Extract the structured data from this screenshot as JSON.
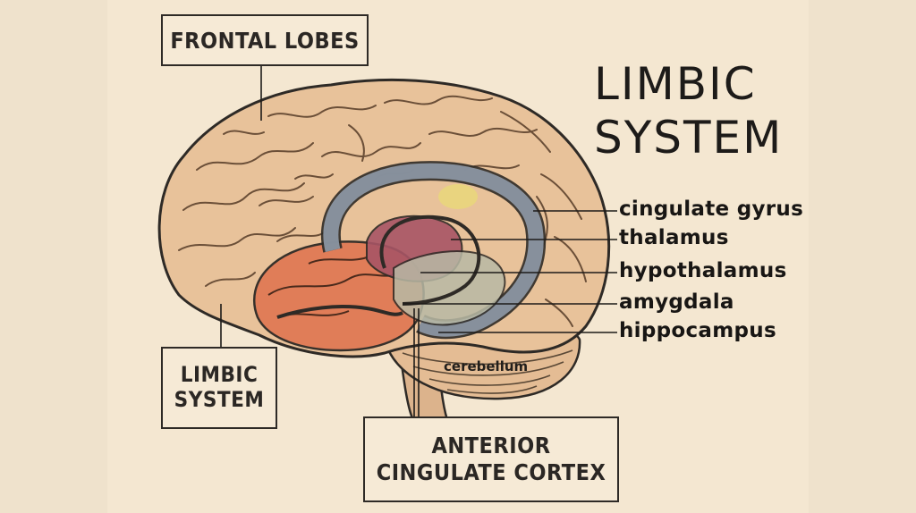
{
  "title": {
    "line1": "LIMBIC",
    "line2": "SYSTEM"
  },
  "boxes": {
    "frontal": "FRONTAL LOBES",
    "limbic_line1": "LIMBIC",
    "limbic_line2": "SYSTEM",
    "acc_line1": "ANTERIOR",
    "acc_line2": "CINGULATE CORTEX"
  },
  "labels": {
    "cingulate": "cingulate gyrus",
    "thalamus": "thalamus",
    "hypothalamus": "hypothalamus",
    "amygdala": "amygdala",
    "hippocampus": "hippocampus",
    "cerebellum": "cerebellum"
  },
  "colors": {
    "background": "#f4e7d1",
    "brain": "#e8c29a",
    "temporal": "#e07a55",
    "limbic_ring": "#8f9aa8",
    "thalamus": "#a85565",
    "hippocampus": "#b8b9a5",
    "outline": "#2e2a26"
  }
}
